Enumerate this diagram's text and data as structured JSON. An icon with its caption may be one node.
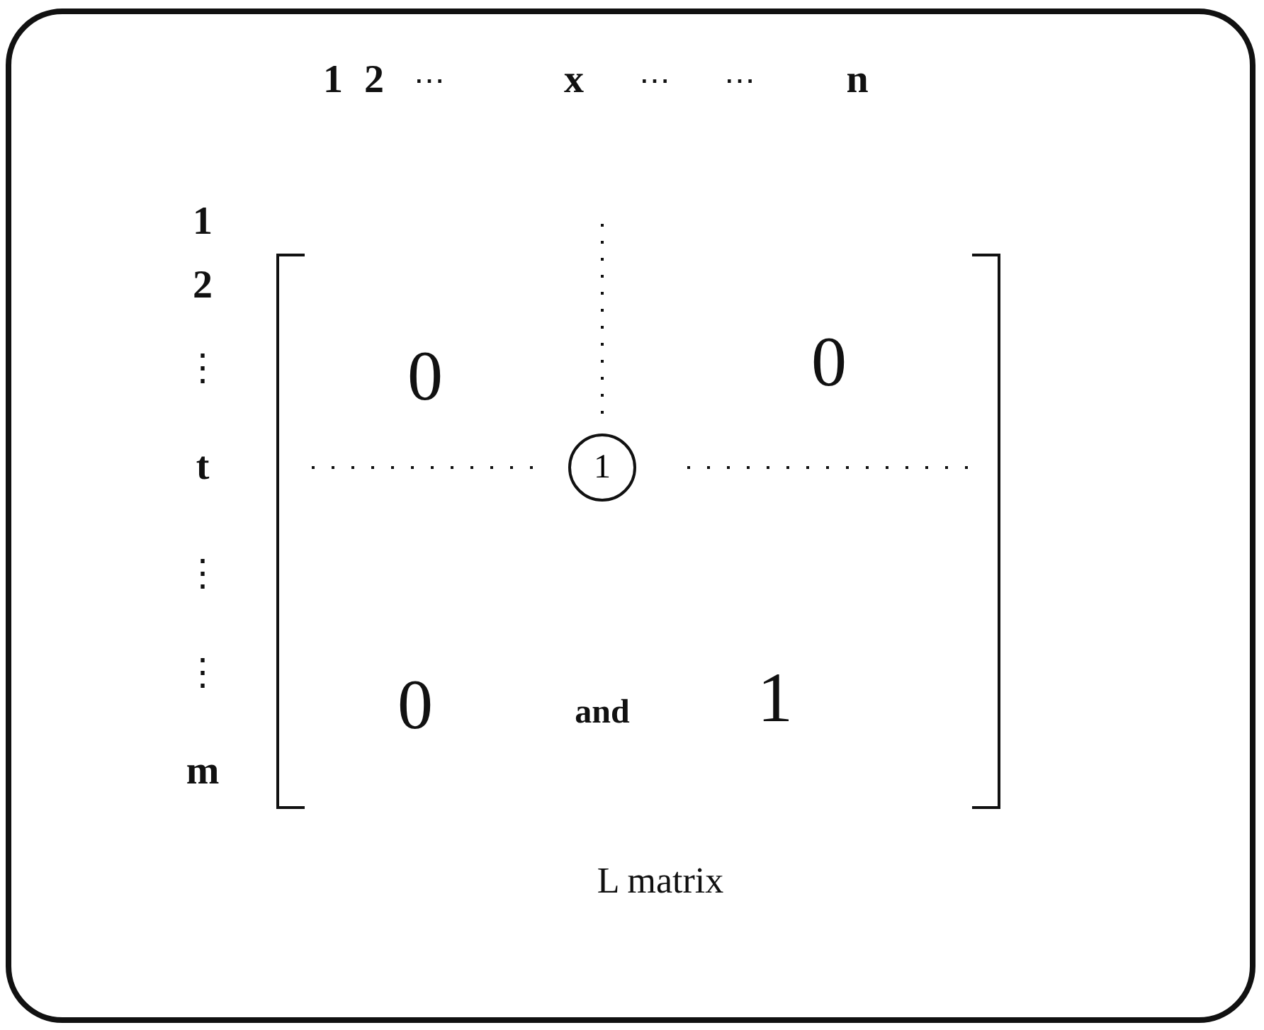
{
  "diagram": {
    "caption": "L matrix",
    "nodes": [
      {
        "text": [
          "1"
        ]
      }
    ],
    "labels": [
      "1",
      "2",
      "⋯",
      "x",
      "⋯",
      "⋯",
      "n",
      "1",
      "2",
      "⋮",
      "t",
      "⋮",
      "⋮",
      "m",
      "0",
      "0",
      "0",
      "and",
      "1"
    ]
  }
}
